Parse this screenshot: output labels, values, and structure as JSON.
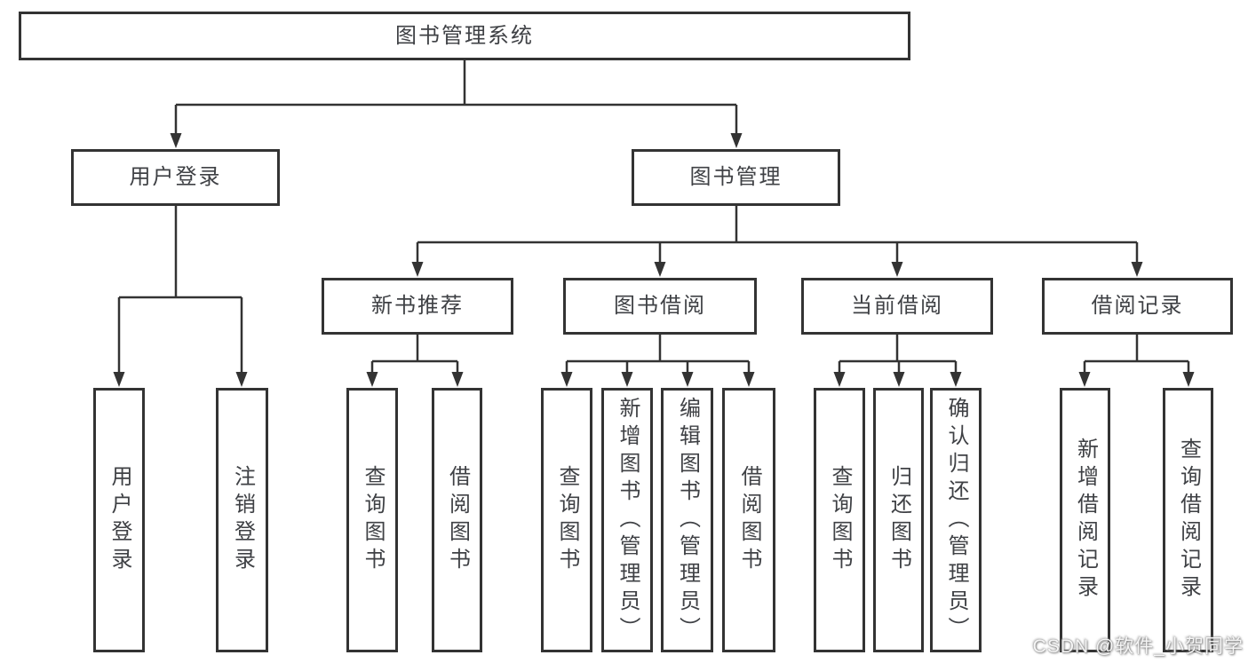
{
  "diagram": {
    "title": "图书管理系统",
    "level2": {
      "user_login": "用户登录",
      "book_mgmt": "图书管理"
    },
    "level3": {
      "new_book_rec": "新书推荐",
      "book_borrow": "图书借阅",
      "current_borrow": "当前借阅",
      "borrow_records": "借阅记录"
    },
    "leaves": {
      "user_login_children": {
        "login": "用户登录",
        "logout": "注销登录"
      },
      "new_book_children": {
        "query": "查询图书",
        "borrow": "借阅图书"
      },
      "book_borrow_children": {
        "query": "查询图书",
        "add": "新增图书（管理员）",
        "edit": "编辑图书（管理员）",
        "borrow": "借阅图书"
      },
      "current_borrow_children": {
        "query": "查询图书",
        "return": "归还图书",
        "confirm": "确认归还（管理员）"
      },
      "records_children": {
        "add": "新增借阅记录",
        "query": "查询借阅记录"
      }
    }
  },
  "watermark": "CSDN @软件_小贺同学",
  "colors": {
    "line": "#333333",
    "text": "#3f4145",
    "background": "#ffffff",
    "watermark_text": "#ffffff"
  }
}
